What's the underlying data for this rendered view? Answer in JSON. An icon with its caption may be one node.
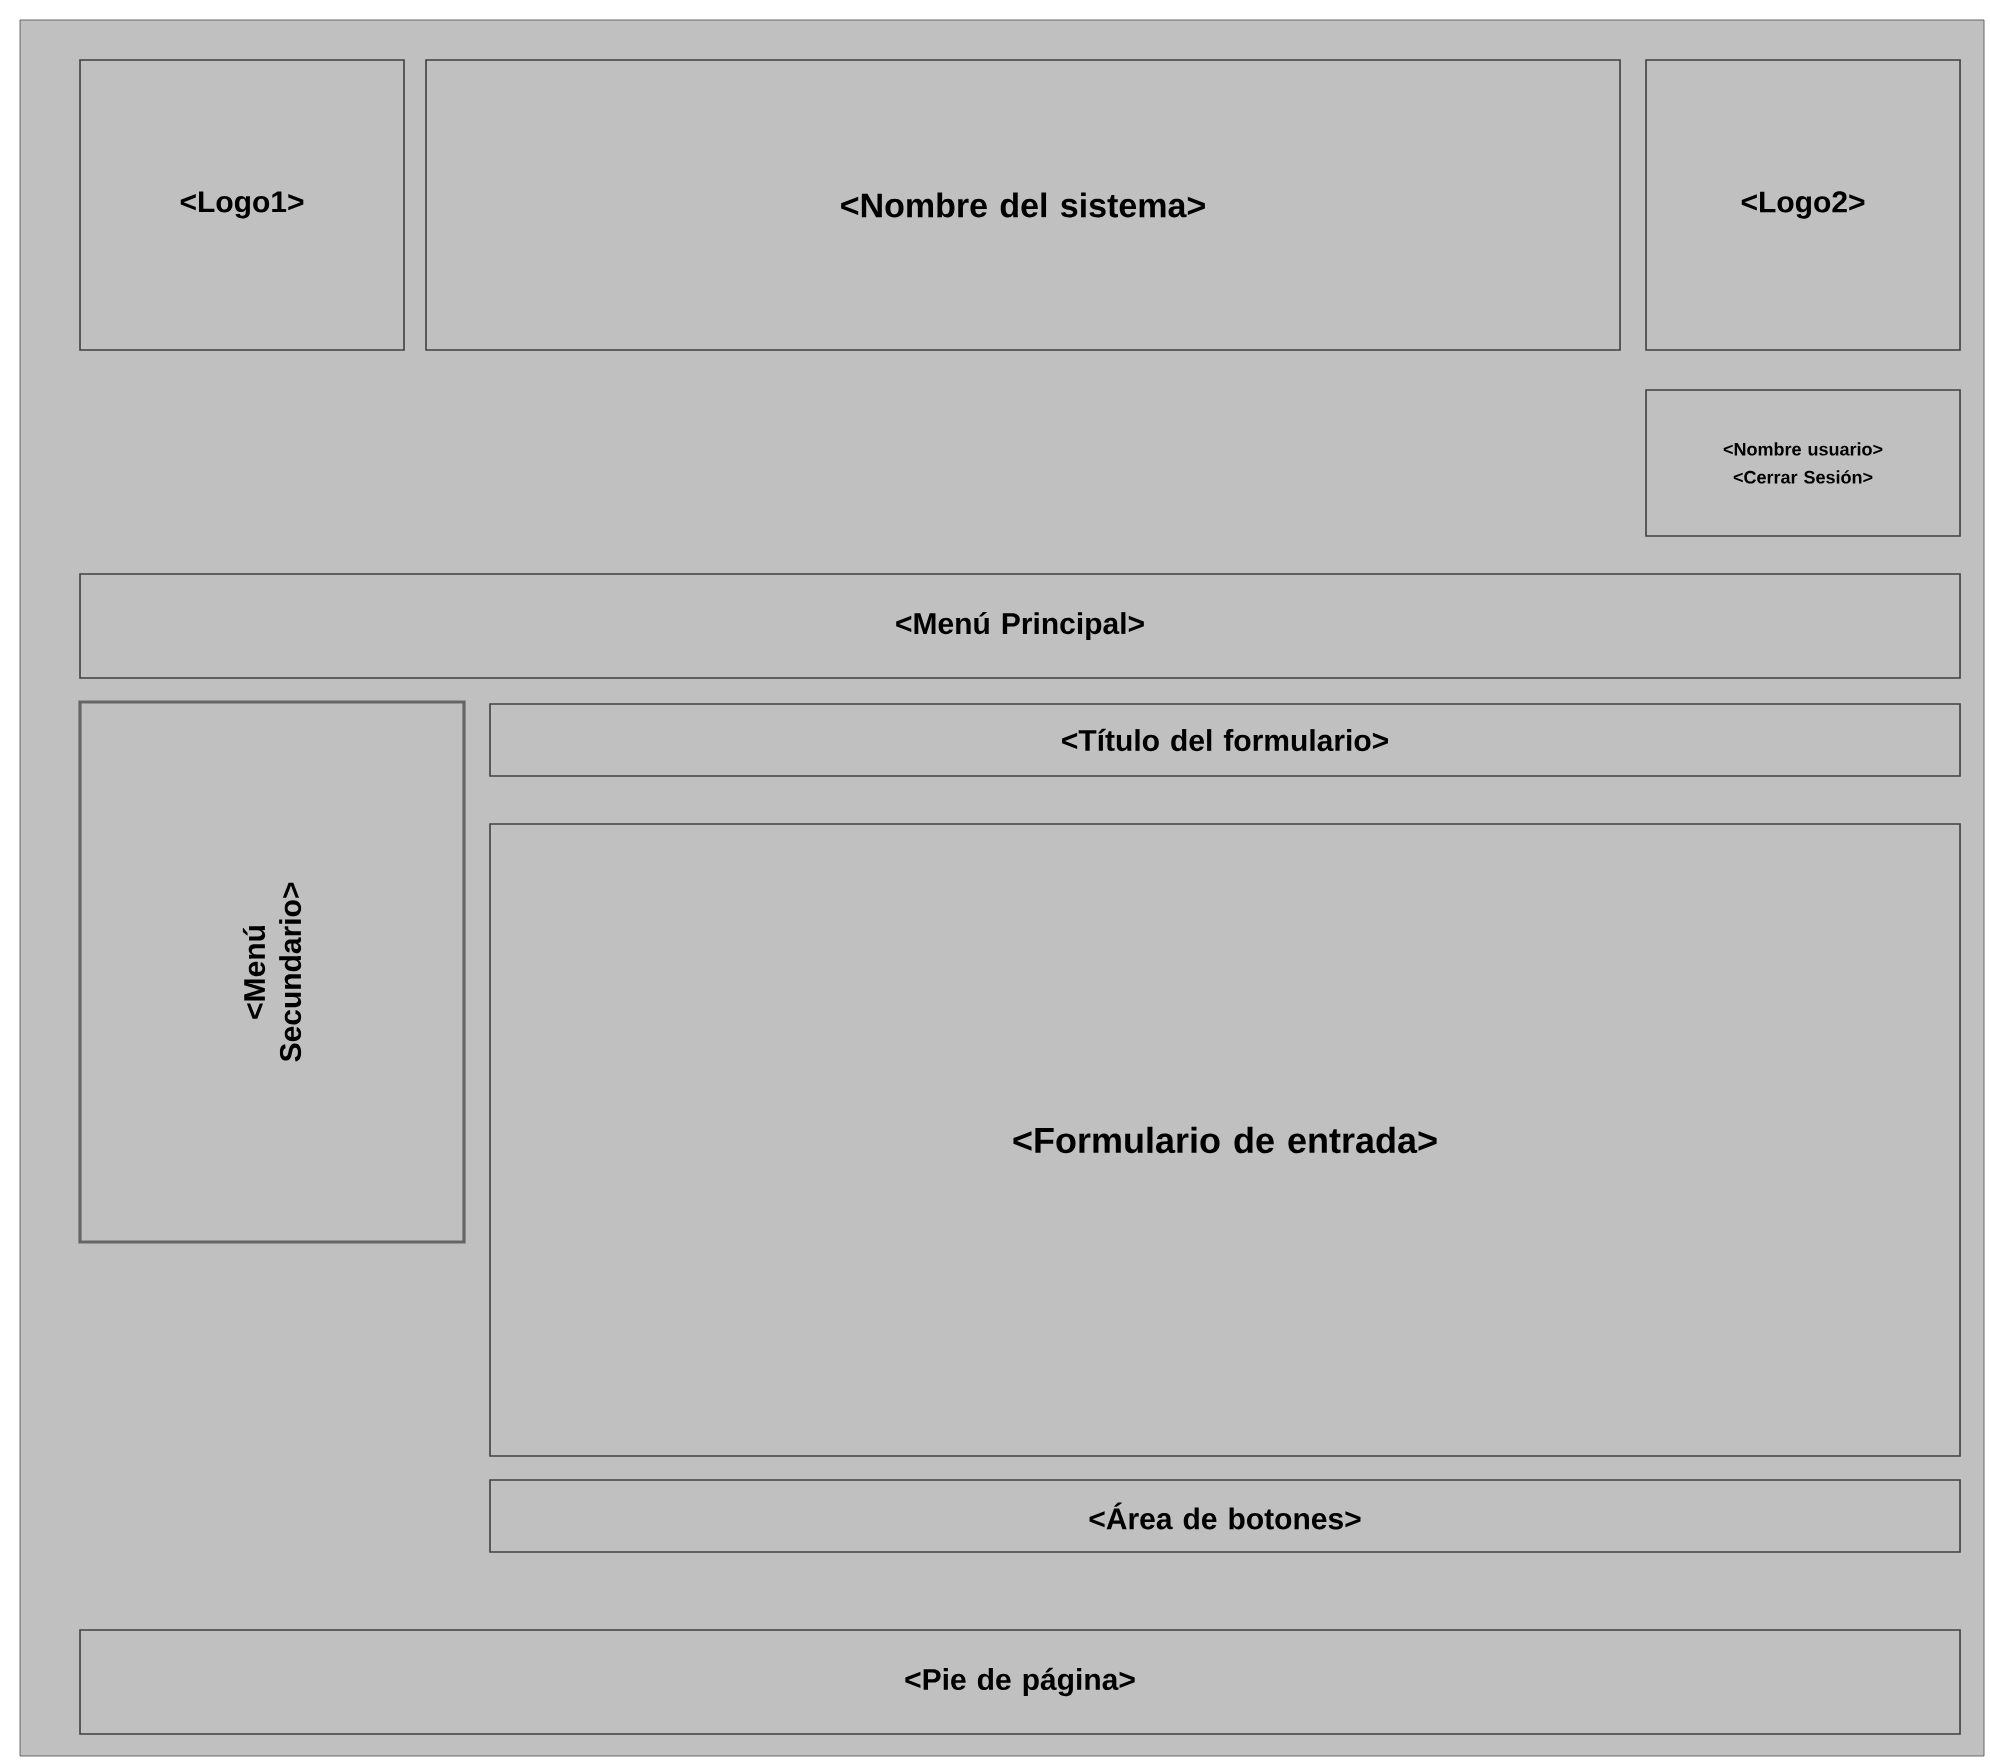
{
  "diagram": {
    "nodes": [
      {
        "text": [
          "<Logo1>"
        ]
      },
      {
        "text": [
          "<Nombre del sistema>"
        ]
      },
      {
        "text": [
          "<Logo2>"
        ]
      },
      {
        "text": [
          "<Nombre usuario>",
          "<Cerrar Sesión>"
        ]
      },
      {
        "text": [
          "<Menú Principal>"
        ]
      },
      {
        "text": [
          "<Menú Secundario>"
        ]
      },
      {
        "text": [
          "<Título del formulario>"
        ]
      },
      {
        "text": [
          "<Formulario de entrada>"
        ]
      },
      {
        "text": [
          "<Área de botones>"
        ]
      },
      {
        "text": [
          "<Pie de página>"
        ]
      }
    ]
  }
}
